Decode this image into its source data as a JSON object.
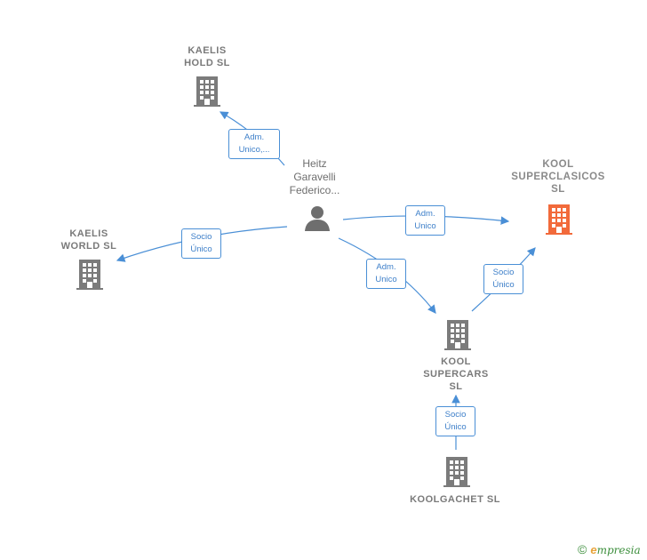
{
  "nodes": {
    "kaelis_hold": {
      "label": "KAELIS\nHOLD SL"
    },
    "kaelis_world": {
      "label": "KAELIS\nWORLD SL"
    },
    "kool_superclasicos": {
      "label": "KOOL\nSUPERCLASICOS\nSL"
    },
    "kool_supercars": {
      "label": "KOOL\nSUPERCARS\nSL"
    },
    "koolgachet": {
      "label": "KOOLGACHET SL"
    },
    "person": {
      "label": "Heitz\nGaravelli\nFederico..."
    }
  },
  "edges": {
    "to_hold": "Adm.\nUnico,...",
    "to_world": "Socio\nÚnico",
    "to_superclasicos": "Adm.\nUnico",
    "to_supercars": "Adm.\nUnico",
    "supercars_to_superclasicos": "Socio\nÚnico",
    "koolgachet_to_supercars": "Socio\nÚnico"
  },
  "colors": {
    "building": "#7b7b7b",
    "focus_building": "#f26a3b",
    "edge": "#4a8fd6"
  },
  "brand": {
    "copyright": "©",
    "initial": "e",
    "rest": "mpresia"
  }
}
